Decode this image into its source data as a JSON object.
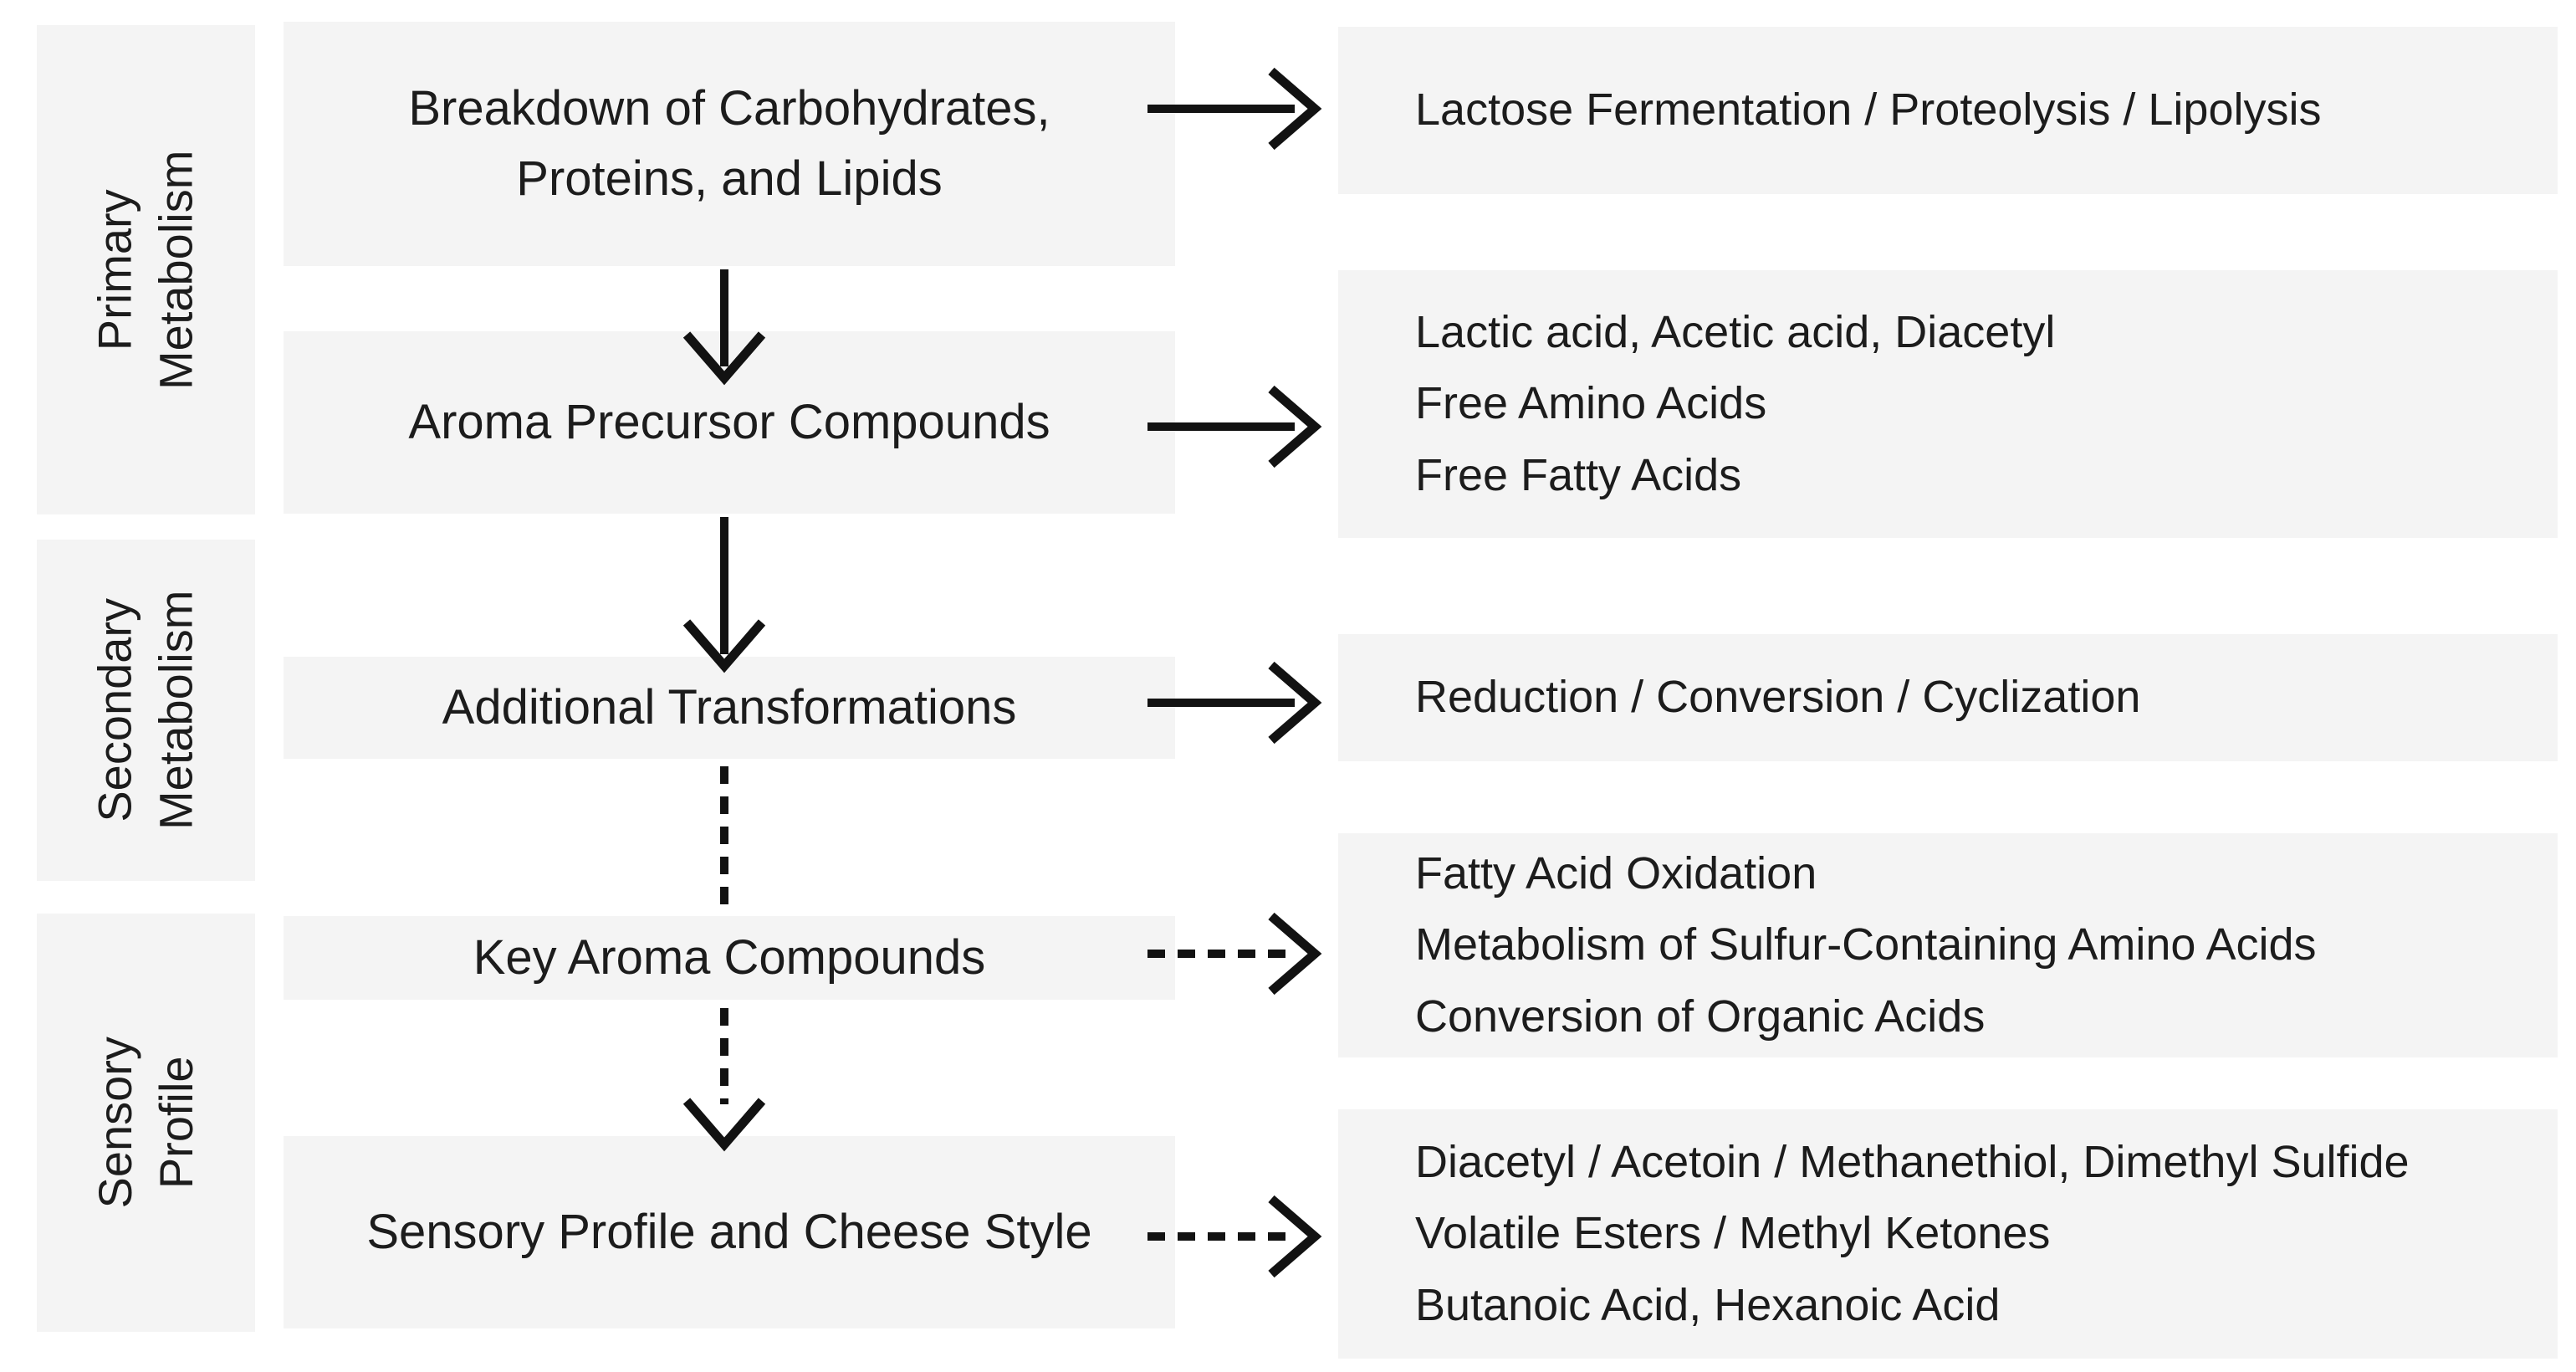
{
  "theme": {
    "background": "#ffffff",
    "box_fill": "#f4f4f4",
    "text_color": "#1c1c1c",
    "arrow_color": "#121212"
  },
  "stages": [
    {
      "lines": [
        "Primary",
        "Metabolism"
      ]
    },
    {
      "lines": [
        "Secondary",
        "Metabolism"
      ]
    },
    {
      "lines": [
        "Sensory",
        "Profile"
      ]
    }
  ],
  "process": [
    {
      "lines": [
        "Breakdown of Carbohydrates,",
        "Proteins, and Lipids"
      ]
    },
    {
      "lines": [
        "Aroma Precursor Compounds"
      ]
    },
    {
      "lines": [
        "Additional Transformations"
      ]
    },
    {
      "lines": [
        "Key Aroma Compounds"
      ]
    },
    {
      "lines": [
        "Sensory Profile and Cheese Style"
      ]
    }
  ],
  "outputs": [
    {
      "lines": [
        "Lactose Fermentation / Proteolysis / Lipolysis"
      ]
    },
    {
      "lines": [
        "Lactic acid, Acetic acid, Diacetyl",
        "Free Amino Acids",
        "Free Fatty Acids"
      ]
    },
    {
      "lines": [
        "Reduction / Conversion / Cyclization"
      ]
    },
    {
      "lines": [
        "Fatty Acid Oxidation",
        "Metabolism of Sulfur-Containing Amino Acids",
        "Conversion of Organic Acids"
      ]
    },
    {
      "lines": [
        "Diacetyl / Acetoin / Methanethiol, Dimethyl Sulfide",
        "Volatile Esters / Methyl Ketones",
        "Butanoic Acid, Hexanoic Acid"
      ]
    }
  ]
}
